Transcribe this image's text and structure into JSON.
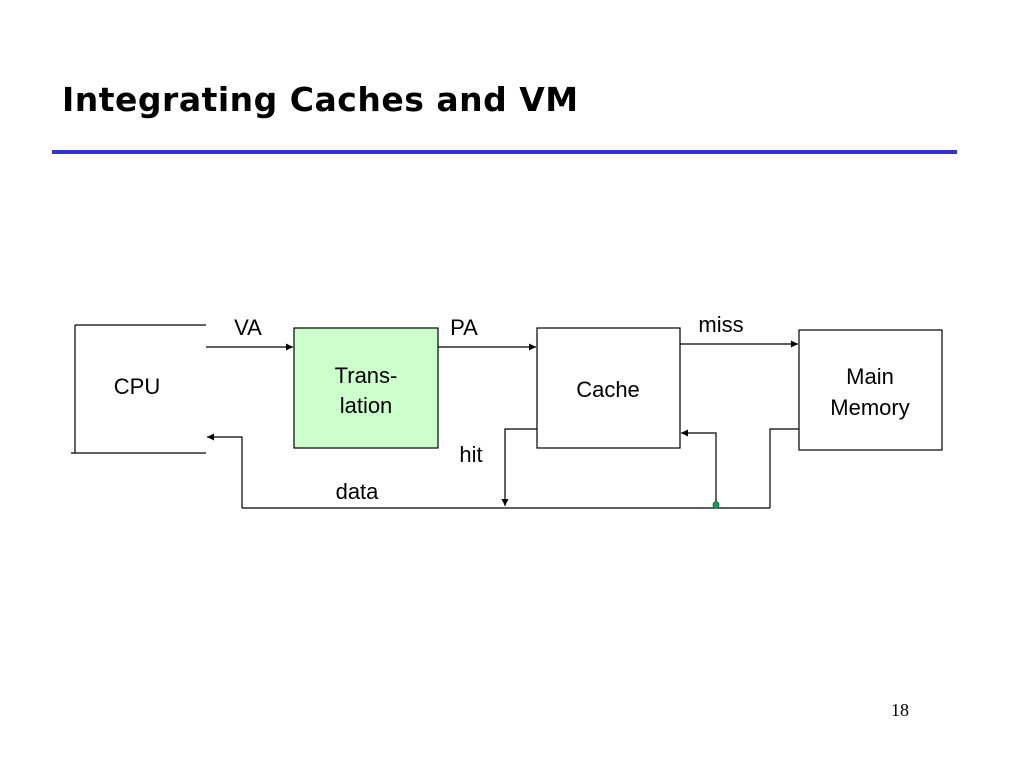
{
  "slide": {
    "title": "Integrating Caches and VM",
    "page_number": "18",
    "accent_color": "#3333cc"
  },
  "diagram": {
    "nodes": {
      "cpu": {
        "lines": [
          "CPU"
        ],
        "fill": "#ffffff"
      },
      "translation": {
        "lines": [
          "Trans-",
          "lation"
        ],
        "fill": "#ccffcc"
      },
      "cache": {
        "lines": [
          "Cache"
        ],
        "fill": "#ffffff"
      },
      "main_memory": {
        "lines": [
          "Main",
          "Memory"
        ],
        "fill": "#ffffff"
      }
    },
    "edge_labels": {
      "va": "VA",
      "pa": "PA",
      "miss": "miss",
      "hit": "hit",
      "data": "data"
    }
  }
}
